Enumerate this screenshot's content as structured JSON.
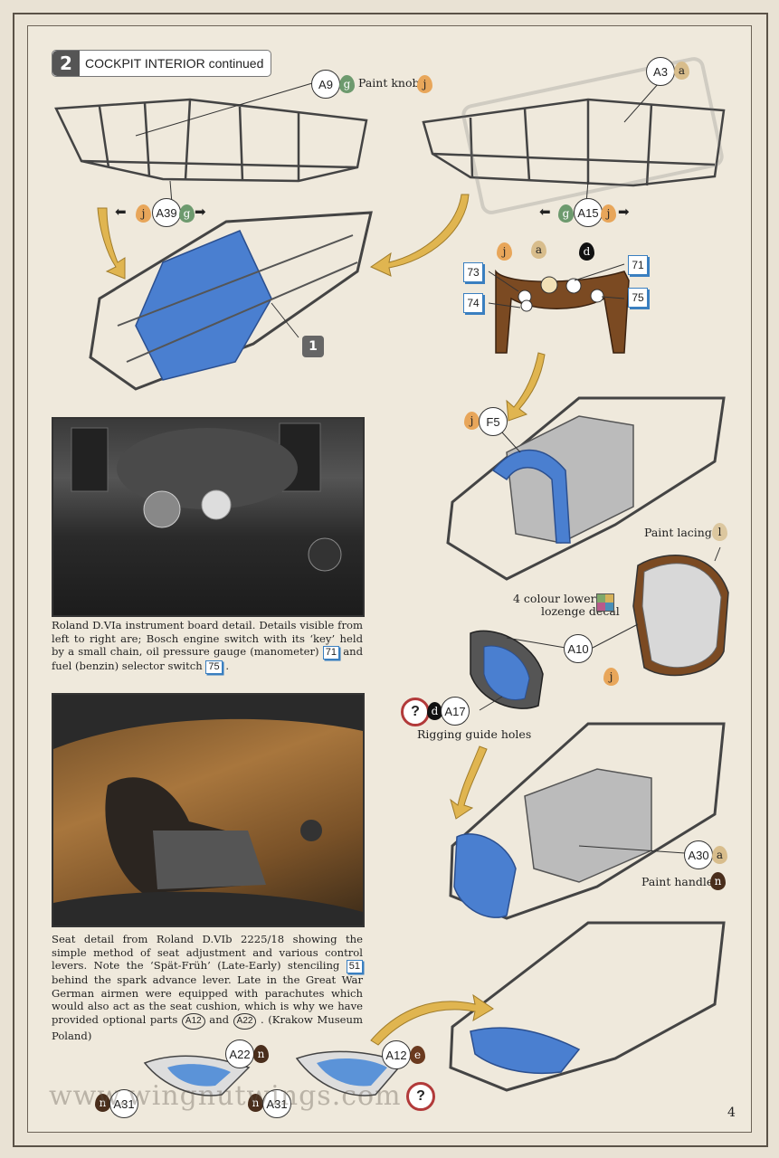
{
  "step": {
    "number": "2",
    "title": "COCKPIT INTERIOR continued"
  },
  "callouts": {
    "a9": "A9",
    "a3": "A3",
    "a39": "A39",
    "a15": "A15",
    "f5": "F5",
    "a10": "A10",
    "a17": "A17",
    "a30": "A30",
    "a22": "A22",
    "a12": "A12",
    "a31": "A31"
  },
  "paints": {
    "g": "g",
    "j": "j",
    "a": "a",
    "d": "d",
    "l": "l",
    "n": "n",
    "e": "e"
  },
  "part_number": "1",
  "labels": {
    "paint_knob": "Paint knob",
    "paint_lacing": "Paint lacing",
    "lozenge_line1": "4 colour lower",
    "lozenge_line2": "lozenge decal",
    "rigging": "Rigging guide holes",
    "paint_handle": "Paint handle"
  },
  "decals": {
    "d73": "73",
    "d74": "74",
    "d71": "71",
    "d75": "75"
  },
  "caption1": {
    "text": "Roland D.VIa instrument board detail. Details visible from left to right are; Bosch engine switch with its ‘key’ held by a small chain, oil pressure gauge (manometer)",
    "ref1": "71",
    "mid": "and fuel (benzin) selector switch",
    "ref2": "75",
    "end": "."
  },
  "caption2": {
    "part1": "Seat detail from Roland D.VIb 2225/18 showing the simple method of seat adjustment and various control levers. Note the ‘Spät-Früh’ (Late-Early) stenciling",
    "ref1": "51",
    "part2": "behind the spark advance lever. Late in the Great War German airmen were equipped with parachutes which would also act as the seat cushion, which is why we have provided optional parts",
    "ref2": "A12",
    "and": "and",
    "ref3": "A22",
    "part3": ". (Krakow Museum Poland)"
  },
  "question": "?",
  "watermark": "www.wingnutwings.com",
  "page_number": "4",
  "colors": {
    "part_blue": "#4a7fd0",
    "frame": "#5a5247",
    "arrow": "#e0b550",
    "paper": "#efe9dc"
  }
}
